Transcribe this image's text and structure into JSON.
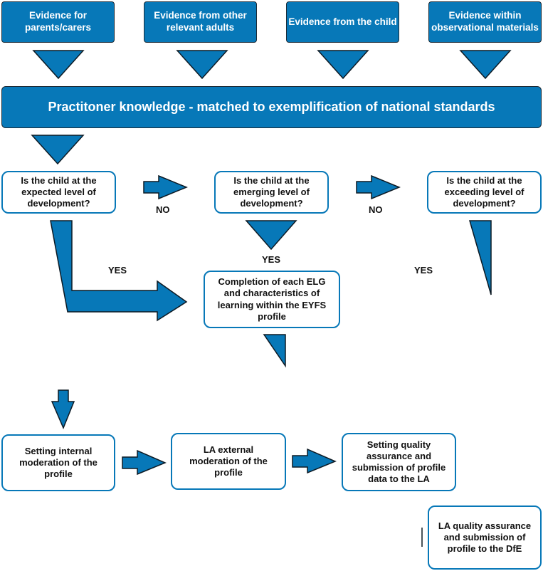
{
  "sources": [
    "Evidence for parents/carers",
    "Evidence from other relevant adults",
    "Evidence from the child",
    "Evidence within observational materials"
  ],
  "banner": "Practitoner knowledge - matched to exemplification of national standards",
  "questions": {
    "expected": "Is the child at the expected level of development?",
    "emerging": "Is the child at the emerging level of development?",
    "exceeding": "Is the child at the exceeding level of development?"
  },
  "labels": {
    "no1": "NO",
    "no2": "NO",
    "yes_left": "YES",
    "yes_mid": "YES",
    "yes_right": "YES"
  },
  "completion": "Completion of each ELG and characteristics of learning within the EYFS profile",
  "steps": {
    "internal": "Setting internal moderation of the profile",
    "external": "LA external moderation of the profile",
    "quality": "Setting quality assurance and submission of profile data to the LA",
    "dfe": "LA quality assurance and submission of profile to the DfE"
  },
  "colors": {
    "primary": "#0778b8",
    "outline": "#0d1a24"
  }
}
